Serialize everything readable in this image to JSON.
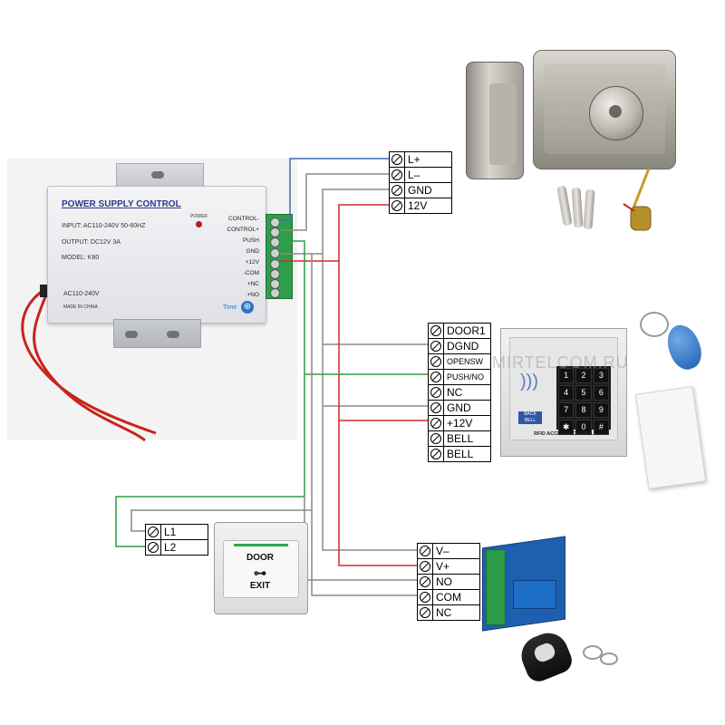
{
  "power_supply": {
    "title": "POWER SUPPLY CONTROL",
    "input": "INPUT: AC110-240V  50-60HZ",
    "output": "OUTPUT: DC12V  3A",
    "model": "MODEL: K80",
    "ac_label": "AC110-240V",
    "made_in": "MADE IN CHINA",
    "power_label": "POWER",
    "time_label": "Time",
    "terminals": [
      "CONTROL-",
      "CONTROL+",
      "PUSH",
      "GND",
      "+12V",
      "-COM",
      "+NC",
      "+NO"
    ]
  },
  "lock_label": {
    "rows": [
      "L+",
      "L–",
      "GND",
      "12V"
    ]
  },
  "keypad_label": {
    "rows": [
      "DOOR1",
      "DGND",
      "OPENSW",
      "PUSH/NO",
      "NC",
      "GND",
      "+12V",
      "BELL",
      "BELL"
    ]
  },
  "exit_label": {
    "rows": [
      "L1",
      "L2"
    ]
  },
  "relay_label": {
    "rows": [
      "V–",
      "V+",
      "NO",
      "COM",
      "NC"
    ]
  },
  "keypad": {
    "keys": [
      "1",
      "2",
      "3",
      "4",
      "5",
      "6",
      "7",
      "8",
      "9",
      "✱",
      "0",
      "#"
    ],
    "footer": "RFID ACCESS CONTROL",
    "badge": "BACK BELL"
  },
  "exit_button": {
    "line1": "DOOR",
    "line2": "EXIT"
  },
  "watermark": "MIRTELCOM.RU",
  "colors": {
    "blue_wire": "#3a6fb5",
    "green_wire": "#2e9e3e",
    "red_wire": "#d42a2a",
    "gray_wire": "#8a8a8a"
  }
}
